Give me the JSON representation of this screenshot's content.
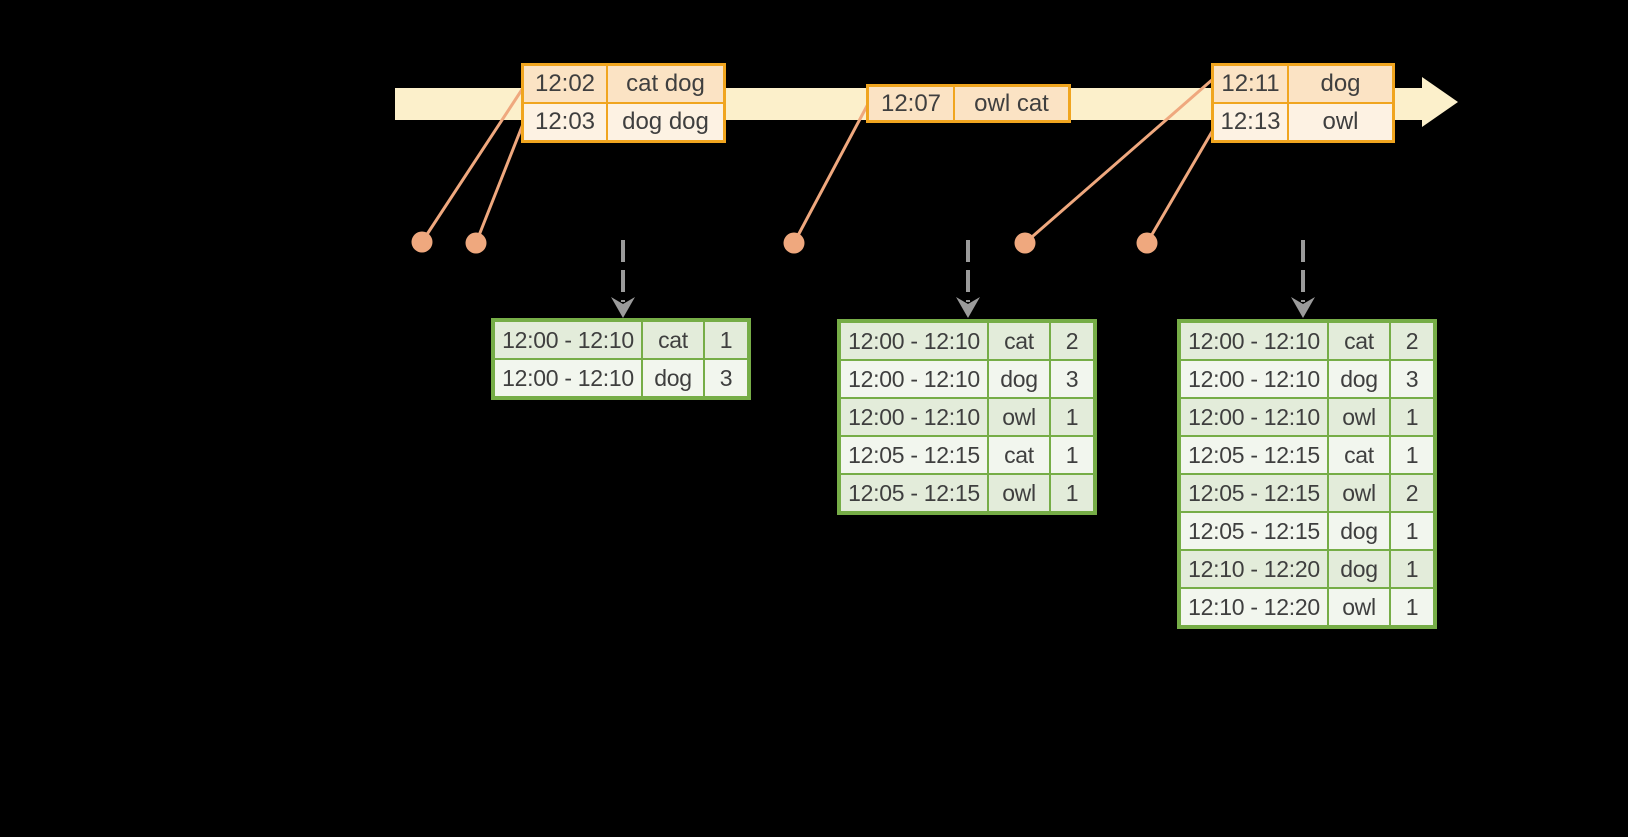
{
  "colors": {
    "background": "#000000",
    "timeline_fill": "#fcf0cb",
    "event_border": "#f0a51f",
    "event_row_dark": "#fbe3c4",
    "event_row_light": "#fdf2e3",
    "result_border": "#76ad47",
    "result_row_dark": "#e3ecda",
    "result_row_light": "#f2f6ee",
    "connector": "#efa87e",
    "trigger_arrow": "#9b9b9b",
    "text": "#3f3f3f"
  },
  "event_tables": [
    {
      "rows": [
        {
          "time": "12:02",
          "words": "cat dog"
        },
        {
          "time": "12:03",
          "words": "dog dog"
        }
      ]
    },
    {
      "rows": [
        {
          "time": "12:07",
          "words": "owl cat"
        }
      ]
    },
    {
      "rows": [
        {
          "time": "12:11",
          "words": "dog"
        },
        {
          "time": "12:13",
          "words": "owl"
        }
      ]
    }
  ],
  "result_tables": [
    {
      "rows": [
        {
          "window": "12:00 - 12:10",
          "word": "cat",
          "count": "1"
        },
        {
          "window": "12:00 - 12:10",
          "word": "dog",
          "count": "3"
        }
      ]
    },
    {
      "rows": [
        {
          "window": "12:00 - 12:10",
          "word": "cat",
          "count": "2"
        },
        {
          "window": "12:00 - 12:10",
          "word": "dog",
          "count": "3"
        },
        {
          "window": "12:00 - 12:10",
          "word": "owl",
          "count": "1"
        },
        {
          "window": "12:05 - 12:15",
          "word": "cat",
          "count": "1"
        },
        {
          "window": "12:05 - 12:15",
          "word": "owl",
          "count": "1"
        }
      ]
    },
    {
      "rows": [
        {
          "window": "12:00 - 12:10",
          "word": "cat",
          "count": "2"
        },
        {
          "window": "12:00 - 12:10",
          "word": "dog",
          "count": "3"
        },
        {
          "window": "12:00 - 12:10",
          "word": "owl",
          "count": "1"
        },
        {
          "window": "12:05 - 12:15",
          "word": "cat",
          "count": "1"
        },
        {
          "window": "12:05 - 12:15",
          "word": "owl",
          "count": "2"
        },
        {
          "window": "12:05 - 12:15",
          "word": "dog",
          "count": "1"
        },
        {
          "window": "12:10 - 12:20",
          "word": "dog",
          "count": "1"
        },
        {
          "window": "12:10 - 12:20",
          "word": "owl",
          "count": "1"
        }
      ]
    }
  ]
}
